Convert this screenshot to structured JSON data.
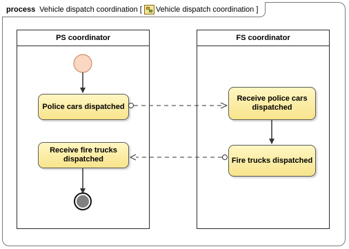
{
  "frame": {
    "keyword": "process",
    "name": "Vehicle dispatch coordination [",
    "diagram_ref": "Vehicle dispatch coordination ]",
    "diagram_icon": "activity-diagram-icon"
  },
  "lanes": [
    {
      "title": "PS coordinator"
    },
    {
      "title": "FS coordinator"
    }
  ],
  "nodes": {
    "police_cars_dispatched": "Police cars dispatched",
    "receive_fire_trucks": "Receive fire trucks dispatched",
    "receive_police_cars": "Receive police cars dispatched",
    "fire_trucks_dispatched": "Fire trucks dispatched"
  },
  "colors": {
    "initial_fill": "#f9d7c2",
    "action_fill": "#f8e48c",
    "final_fill": "#808080",
    "stroke": "#333333"
  }
}
